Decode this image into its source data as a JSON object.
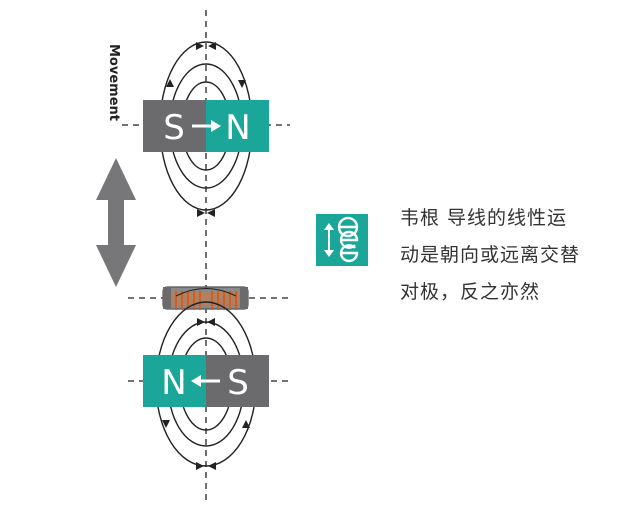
{
  "movement_label": "Movement",
  "top_magnet": {
    "left_pole": "S",
    "right_pole": "N",
    "arrow": "→"
  },
  "bottom_magnet": {
    "left_pole": "N",
    "right_pole": "S",
    "arrow": "←"
  },
  "description_lines": [
    "韦根 导线的线性运",
    "动是朝向或远离交替",
    "对极，反之亦然"
  ],
  "icon": "wiegand-wire-icon",
  "colors": {
    "teal": "#1aa79a",
    "gray": "#6b6b6d",
    "arrow_gray": "#77777a",
    "coil_copper": "#c8602a",
    "line": "#222222"
  }
}
